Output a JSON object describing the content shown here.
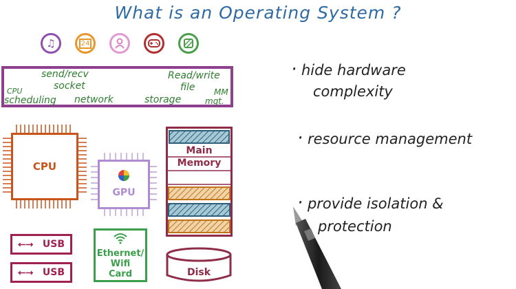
{
  "title": "What is an Operating System ?",
  "apps": [
    {
      "icon": "music-note-icon",
      "glyph": "♫",
      "color": "#8e4fb0"
    },
    {
      "icon": "calendar-icon",
      "glyph": "24",
      "color": "#e8962a"
    },
    {
      "icon": "person-icon",
      "glyph": "👤",
      "color": "#d884c4"
    },
    {
      "icon": "gamepad-icon",
      "glyph": "🎮",
      "color": "#b03030"
    },
    {
      "icon": "no-entry-icon",
      "glyph": "⊘",
      "color": "#4a9e4a"
    }
  ],
  "os_layer": {
    "send_recv": "send/recv",
    "socket": "socket",
    "cpu": "CPU",
    "scheduling": "scheduling",
    "network": "network",
    "read_write": "Read/write",
    "file": "file",
    "storage": "storage",
    "mm": "MM",
    "mgt": "mgt."
  },
  "hardware": {
    "cpu": "CPU",
    "gpu": "GPU",
    "usb1": "USB",
    "usb2": "USB",
    "ethernet_line1": "Ethernet/",
    "ethernet_line2": "Wifi",
    "ethernet_line3": "Card",
    "main": "Main",
    "memory": "Memory",
    "disk": "Disk"
  },
  "bullets": {
    "b1_line1": "hide hardware",
    "b1_line2": "complexity",
    "b2": "resource management",
    "b3_line1": "provide isolation &",
    "b3_line2": "protection"
  },
  "colors": {
    "title": "#2f6aa3",
    "os_border": "#8e3f8e",
    "os_text": "#2f7d2f",
    "cpu": "#c8541a",
    "gpu": "#b08bd1",
    "usb": "#a02050",
    "ethernet": "#3a9e4a",
    "memory": "#8e2c4a",
    "pen": "#2b2b2b"
  }
}
